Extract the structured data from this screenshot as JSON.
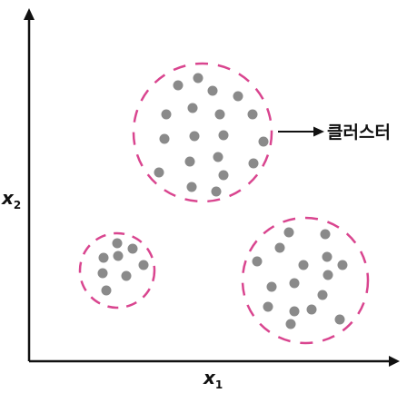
{
  "axes": {
    "x_label": {
      "main": "x",
      "sub": "1"
    },
    "y_label": {
      "main": "x",
      "sub": "2"
    }
  },
  "annotation": {
    "text": "클러스터"
  },
  "colors": {
    "axis": "#111111",
    "point": "#8a8a8a",
    "cluster_outline": "#d9458f",
    "arrow": "#111111"
  },
  "clusters": [
    {
      "name": "cluster-large-top",
      "point_count": 19
    },
    {
      "name": "cluster-small-left",
      "point_count": 8
    },
    {
      "name": "cluster-large-right",
      "point_count": 16
    }
  ]
}
